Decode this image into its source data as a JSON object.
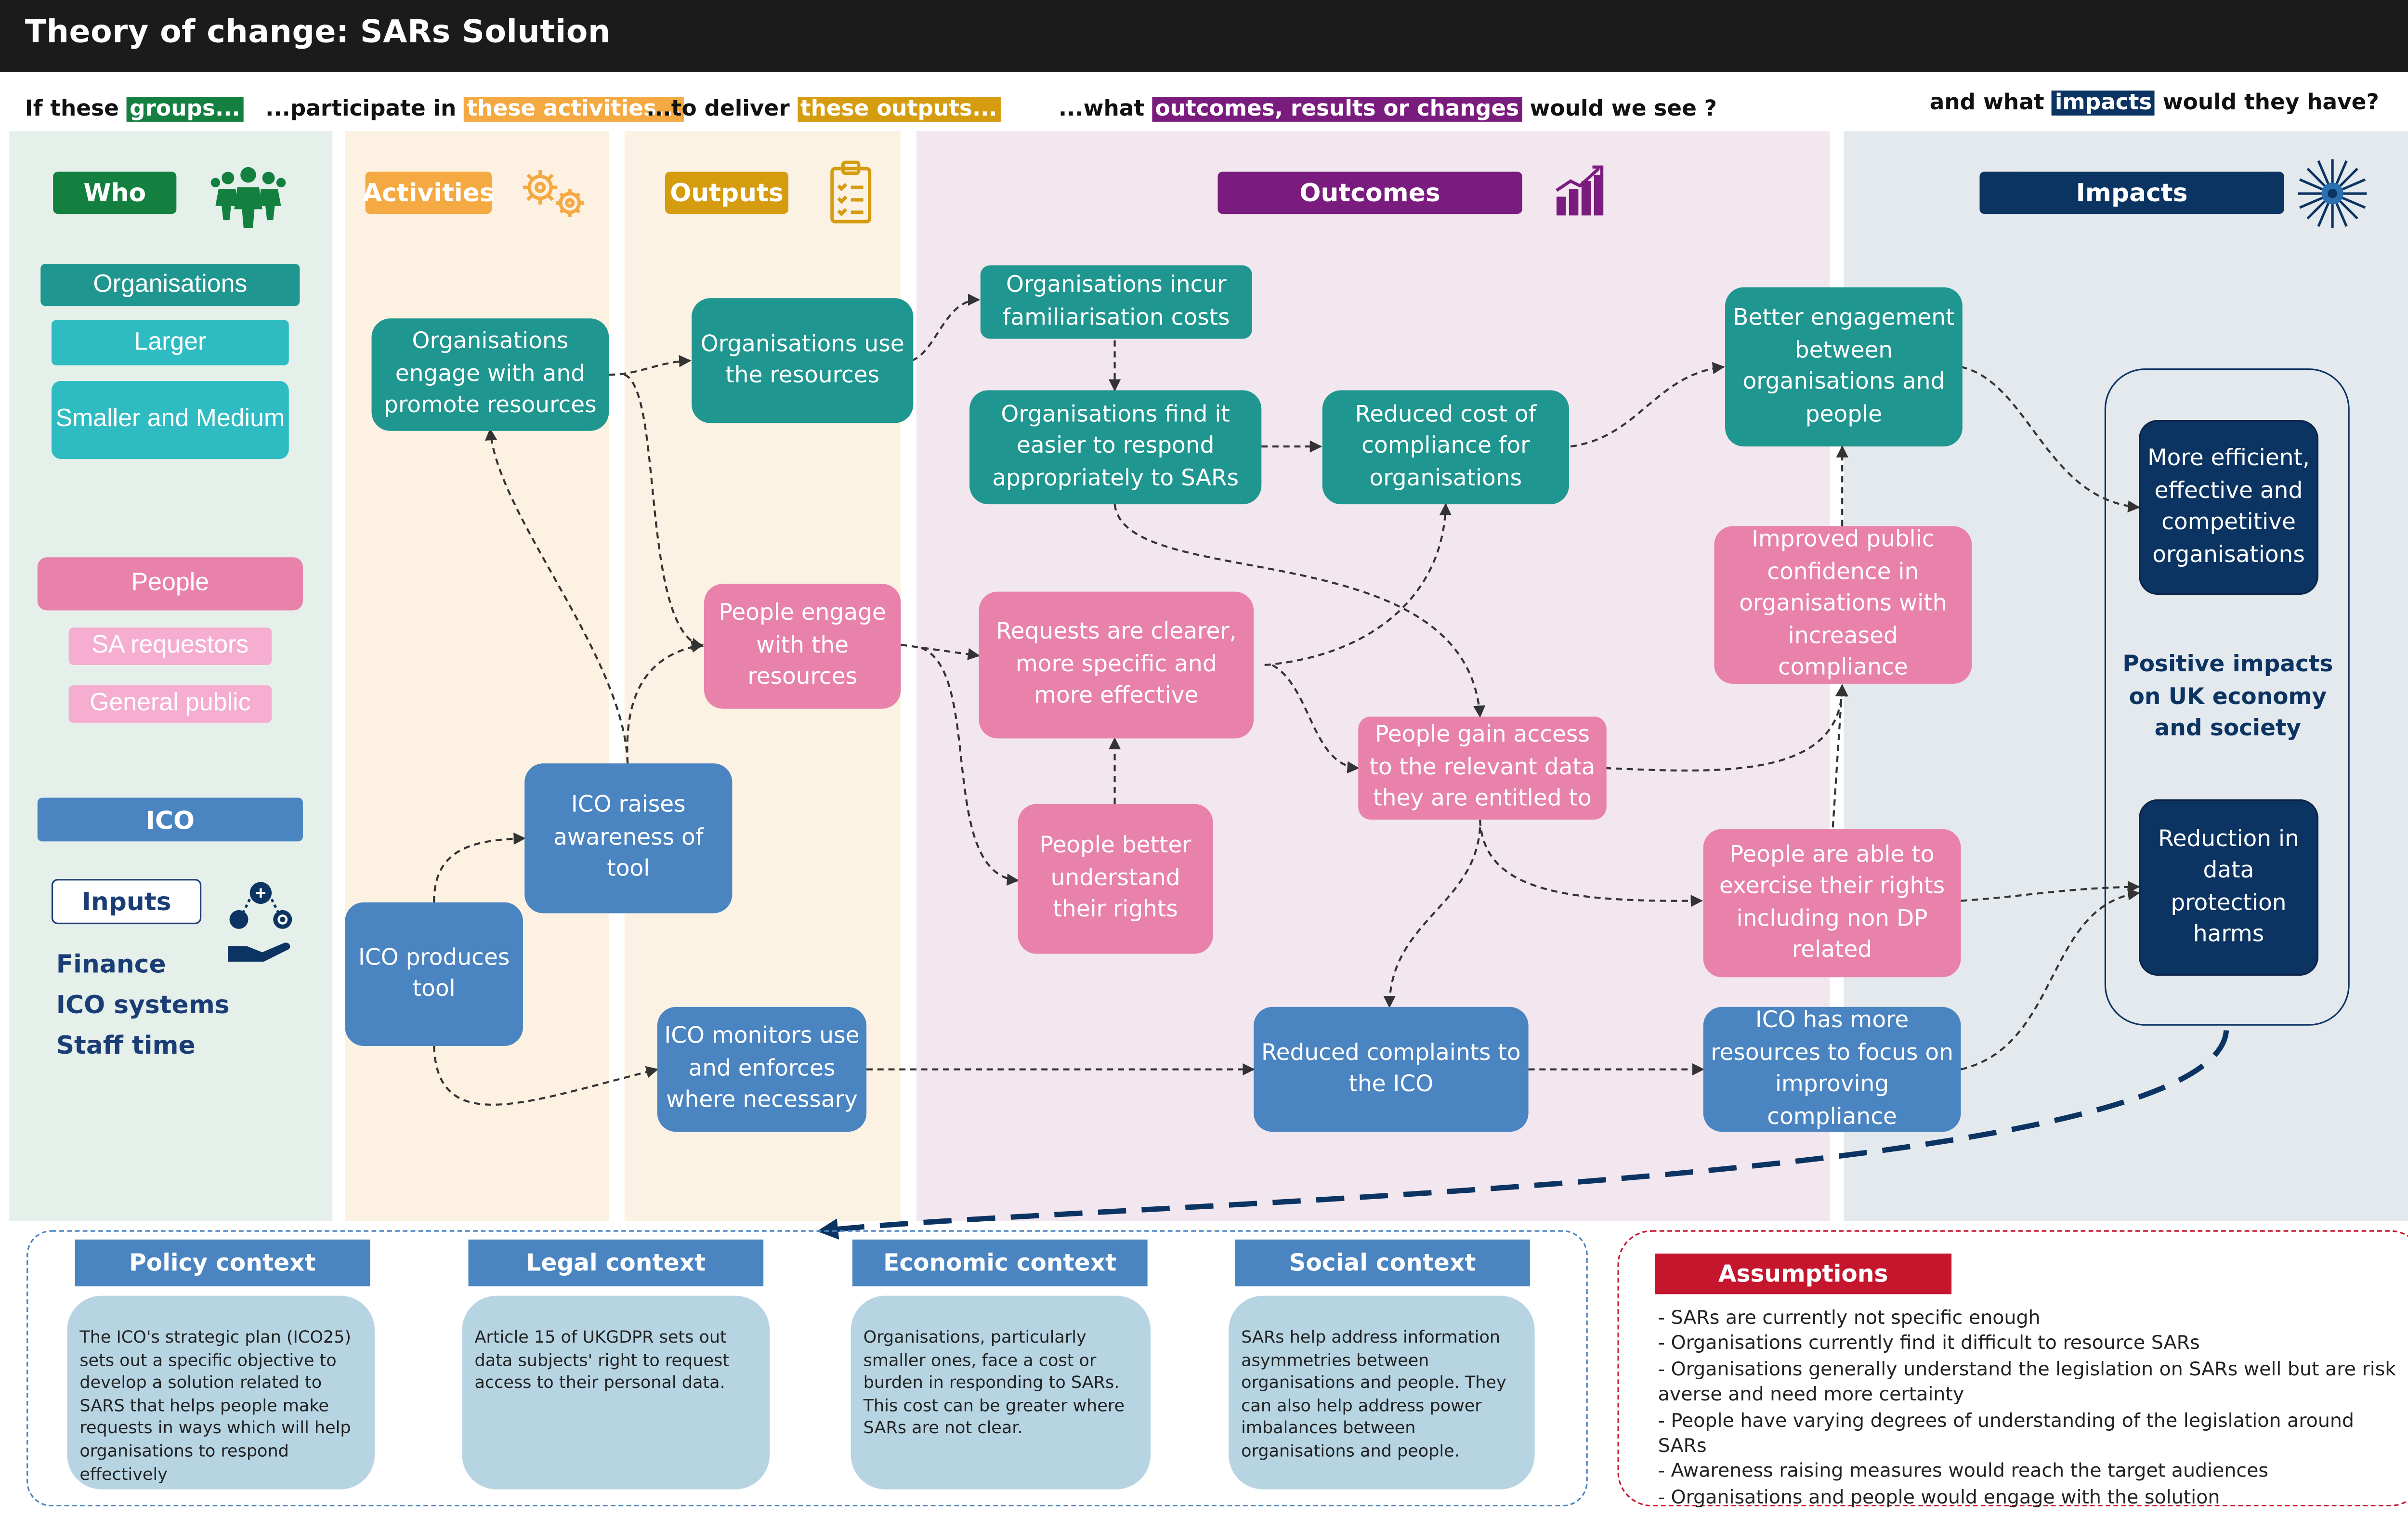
{
  "title": "Theory of change: SARs Solution",
  "subtitles": {
    "s1_pre": "If these ",
    "s1_hl": "groups...",
    "s2_pre": "...participate in ",
    "s2_hl": "these activities...",
    "s3_pre": "...to deliver ",
    "s3_hl": "these outputs...",
    "s4_pre": "...what ",
    "s4_hl": "outcomes, results or changes",
    "s4_post": " would we see ?",
    "s5_pre": "and what ",
    "s5_hl": "impacts",
    "s5_post": " would they have?"
  },
  "headers": {
    "who": "Who",
    "activities": "Activities",
    "outputs": "Outputs",
    "outcomes": "Outcomes",
    "impacts": "Impacts"
  },
  "who": {
    "organisations": "Organisations",
    "larger": "Larger",
    "smaller": "Smaller and Medium",
    "people": "People",
    "sa_requestors": "SA requestors",
    "general_public": "General public",
    "ico": "ICO",
    "inputs": "Inputs",
    "inputs_list": [
      "Finance",
      "ICO systems",
      "Staff time"
    ]
  },
  "nodes": {
    "org_engage": "Organisations engage with and promote resources",
    "org_use": "Organisations use the resources",
    "people_engage": "People engage with the resources",
    "ico_raises": "ICO raises awareness of tool",
    "ico_produces": "ICO produces tool",
    "ico_monitors": "ICO monitors use and enforces where necessary",
    "org_incur": "Organisations incur familiarisation costs",
    "org_find": "Organisations find it easier to respond appropriately to SARs",
    "reduced_cost": "Reduced cost of compliance for organisations",
    "better_engagement": "Better engagement between organisations and people",
    "requests_clearer": "Requests are clearer, more specific and more effective",
    "people_better": "People better understand their rights",
    "people_gain": "People gain access to the relevant data they are entitled to",
    "improved_confidence": "Improved public confidence in organisations  with increased compliance",
    "people_able": "People are able to exercise their rights including non DP related",
    "reduced_complaints": "Reduced complaints to the ICO",
    "ico_more": "ICO has more resources to focus on improving compliance",
    "more_efficient": "More efficient, effective and competitive organisations",
    "reduction": "Reduction in data protection harms",
    "positive": "Positive impacts on UK economy and society"
  },
  "context": {
    "policy_head": "Policy context",
    "policy_body": "The ICO's strategic plan (ICO25) sets out a specific objective to develop a solution related to SARS that helps people make requests in ways which will help organisations to respond effectively",
    "legal_head": "Legal context",
    "legal_body": "Article 15 of UKGDPR sets out data subjects' right to request access to their personal data.",
    "economic_head": "Economic context",
    "economic_body": "Organisations, particularly smaller ones, face a cost or burden in responding to SARs. This cost can be greater where SARs are not clear.",
    "social_head": "Social context",
    "social_body": "SARs help address information asymmetries between organisations and people. They can also help address power imbalances between organisations and people."
  },
  "assumptions": {
    "head": "Assumptions",
    "items": [
      "- SARs are currently not specific enough",
      "- Organisations currently find it difficult to resource SARs",
      "- Organisations generally understand the legislation on SARs well but are risk averse and need more certainty",
      "- People have varying degrees of understanding of the legislation around SARs",
      "- Awareness raising measures would reach the target audiences",
      "- Organisations and people would engage with the solution"
    ]
  },
  "icons": [
    "people-group-icon",
    "gears-icon",
    "clipboard-checklist-icon",
    "bar-chart-rising-icon",
    "starburst-icon",
    "hand-network-icon"
  ],
  "colors": {
    "teal": "#1f968f",
    "pink": "#e882aa",
    "blue": "#4a84c1",
    "navy": "#0c3462",
    "green": "#148040",
    "orange": "#f5a943",
    "gold": "#d59c10",
    "purple": "#7a1c7d",
    "red": "#c5162e"
  }
}
